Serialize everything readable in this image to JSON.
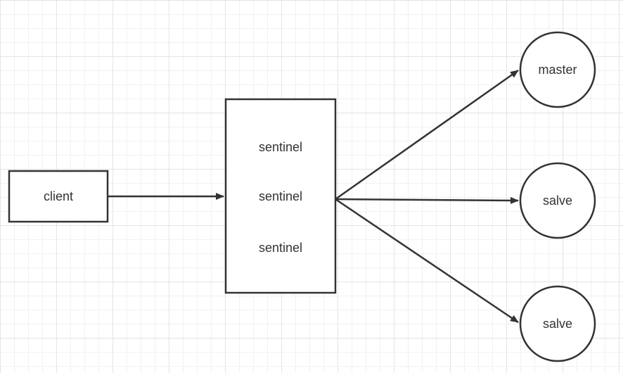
{
  "diagram": {
    "nodes": {
      "client": {
        "label": "client",
        "shape": "rectangle"
      },
      "sentinel_group": {
        "shape": "rectangle",
        "labels": [
          "sentinel",
          "sentinel",
          "sentinel"
        ]
      },
      "master": {
        "label": "master",
        "shape": "circle"
      },
      "slave_1": {
        "label": "salve",
        "shape": "circle"
      },
      "slave_2": {
        "label": "salve",
        "shape": "circle"
      }
    },
    "edges": [
      {
        "from": "client",
        "to": "sentinel_group"
      },
      {
        "from": "sentinel_group",
        "to": "master"
      },
      {
        "from": "sentinel_group",
        "to": "slave_1"
      },
      {
        "from": "sentinel_group",
        "to": "slave_2"
      }
    ]
  },
  "colors": {
    "stroke": "#333333",
    "grid": "#e4e4e4",
    "background": "#ffffff"
  }
}
